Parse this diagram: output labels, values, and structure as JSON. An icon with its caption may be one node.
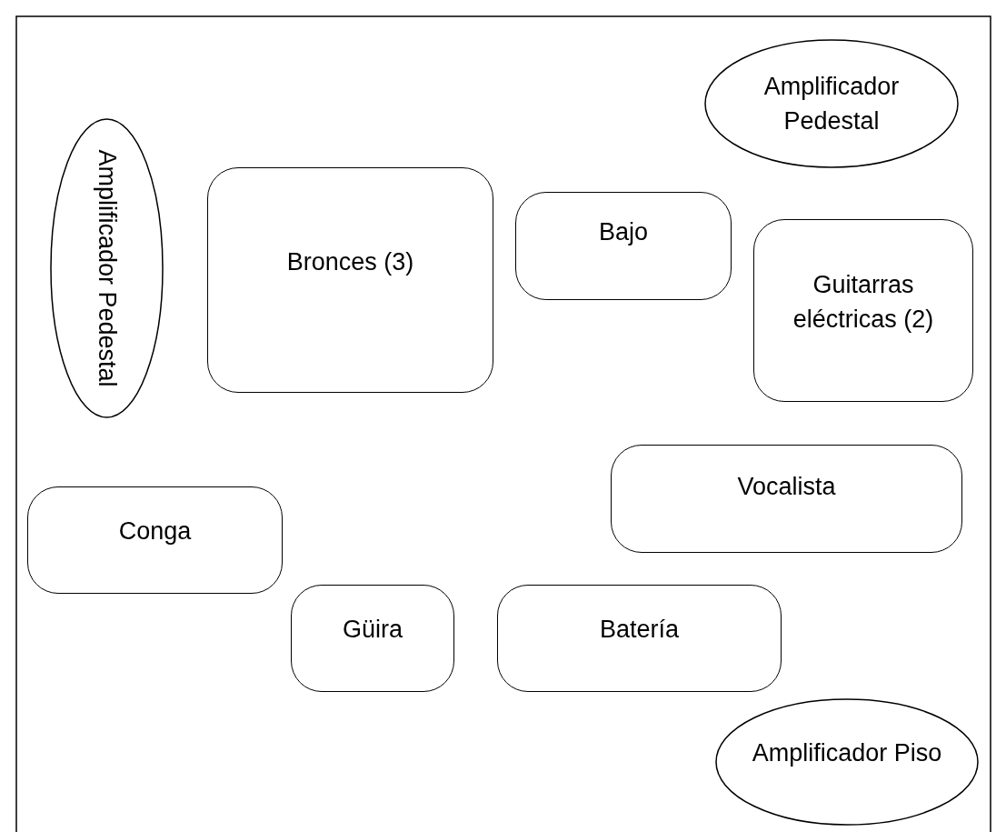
{
  "diagram": {
    "nodes": [
      {
        "text": [
          "Amplificador Pedestal"
        ]
      },
      {
        "text": [
          "Amplificador Pedestal"
        ]
      },
      {
        "text": [
          "Bronces (3)"
        ]
      },
      {
        "text": [
          "Bajo"
        ]
      },
      {
        "text": [
          "Guitarras eléctricas (2)"
        ]
      },
      {
        "text": [
          "Vocalista"
        ]
      },
      {
        "text": [
          "Conga"
        ]
      },
      {
        "text": [
          "Güira"
        ]
      },
      {
        "text": [
          "Batería"
        ]
      },
      {
        "text": [
          "Amplificador Piso"
        ]
      }
    ]
  }
}
